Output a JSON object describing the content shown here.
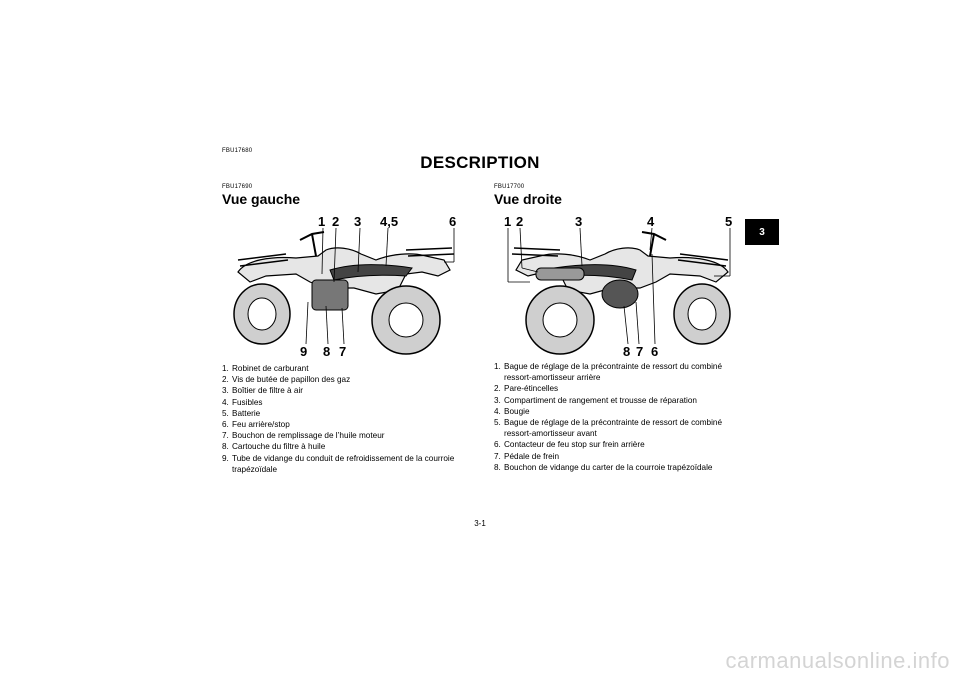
{
  "page": {
    "code_main": "FBU17680",
    "title": "DESCRIPTION",
    "tab": "3",
    "page_number": "3-1",
    "watermark": "carmanualsonline.info"
  },
  "left": {
    "code": "FBU17690",
    "title": "Vue gauche",
    "callouts": [
      "1",
      "2",
      "3",
      "4,5",
      "6",
      "9",
      "8",
      "7"
    ],
    "items": [
      {
        "num": "1.",
        "text": "Robinet de carburant"
      },
      {
        "num": "2.",
        "text": "Vis de butée de papillon des gaz"
      },
      {
        "num": "3.",
        "text": "Boîtier de filtre à air"
      },
      {
        "num": "4.",
        "text": "Fusibles"
      },
      {
        "num": "5.",
        "text": "Batterie"
      },
      {
        "num": "6.",
        "text": "Feu arrière/stop"
      },
      {
        "num": "7.",
        "text": "Bouchon de remplissage de l’huile moteur"
      },
      {
        "num": "8.",
        "text": "Cartouche du filtre à huile"
      },
      {
        "num": "9.",
        "text": "Tube de vidange du conduit de refroidissement de la courroie trapézoïdale"
      }
    ]
  },
  "right": {
    "code": "FBU17700",
    "title": "Vue droite",
    "callouts": [
      "1",
      "2",
      "3",
      "4",
      "5",
      "8",
      "7",
      "6"
    ],
    "items": [
      {
        "num": "1.",
        "text": "Bague de réglage de la précontrainte de ressort du combiné ressort-amortisseur arrière"
      },
      {
        "num": "2.",
        "text": "Pare-étincelles"
      },
      {
        "num": "3.",
        "text": "Compartiment de rangement et trousse de réparation"
      },
      {
        "num": "4.",
        "text": "Bougie"
      },
      {
        "num": "5.",
        "text": "Bague de réglage de la précontrainte de ressort de combiné ressort-amortisseur avant"
      },
      {
        "num": "6.",
        "text": "Contacteur de feu stop sur frein arrière"
      },
      {
        "num": "7.",
        "text": "Pédale de frein"
      },
      {
        "num": "8.",
        "text": "Bouchon de vidange du carter de la courroie trapézoïdale"
      }
    ]
  }
}
